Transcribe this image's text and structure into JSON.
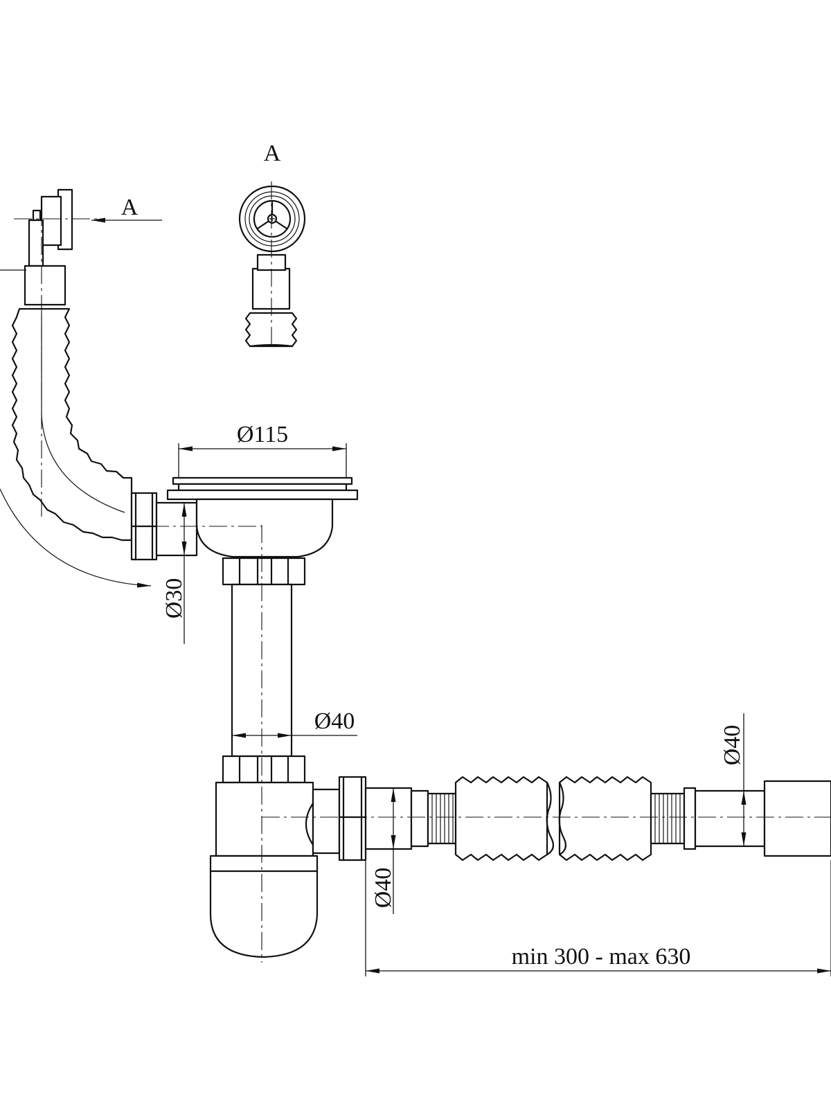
{
  "labels": {
    "view_marker": "A",
    "view_title": "A",
    "overflow_diameter": "Ø30",
    "bowl_diameter": "Ø115",
    "standpipe_diameter": "Ø40",
    "outlet_diameter": "Ø40",
    "drain_diameter": "Ø40",
    "length_range": "min 300 - max 630"
  }
}
